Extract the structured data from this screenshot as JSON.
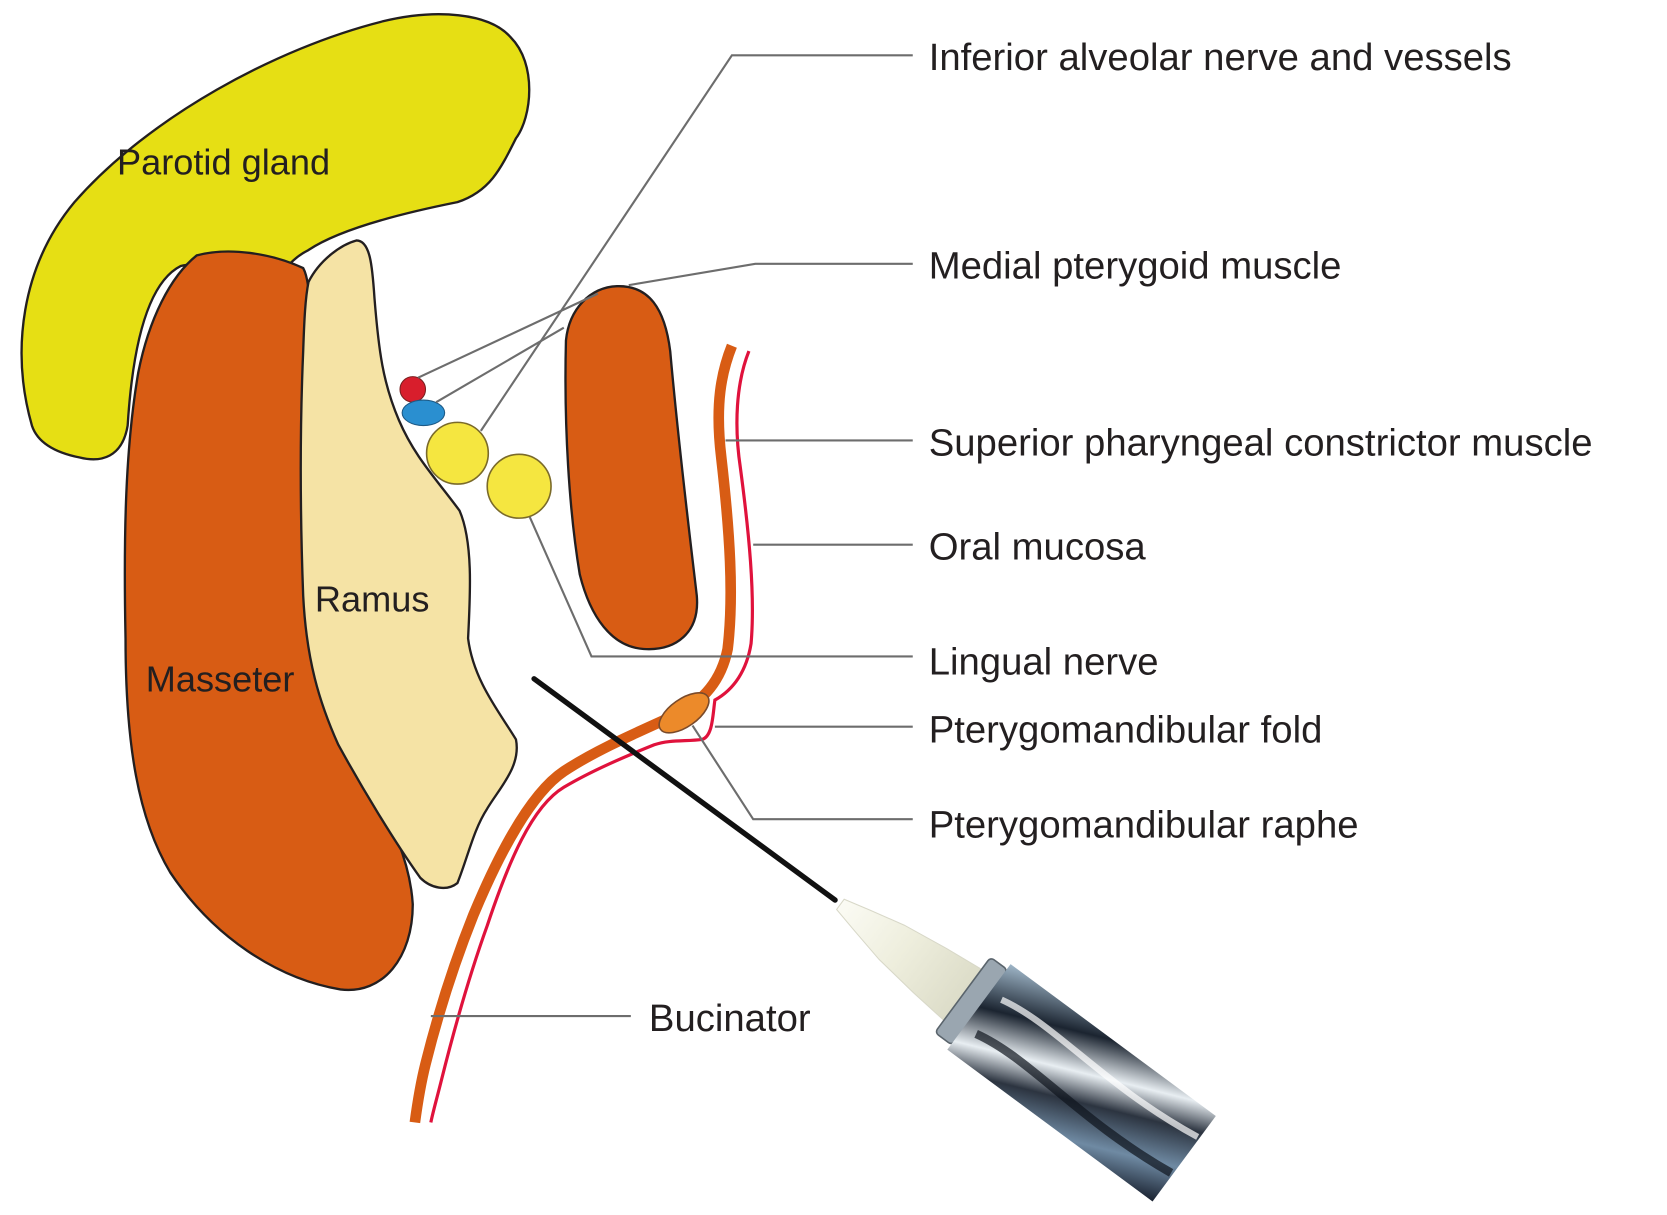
{
  "figure": {
    "title": "Inferior alveolar nerve block – cross-sectional anatomy",
    "colors": {
      "parotid": "#e6df14",
      "muscle": "#d85c14",
      "ramus": "#f5e3a5",
      "artery": "#d81e2c",
      "vein": "#2a8fd0",
      "nerve": "#f5e640",
      "mucosa": "#e0123c",
      "fold": "#ec8a2a",
      "needle": "#111111"
    },
    "structure_labels": {
      "parotid": "Parotid gland",
      "ramus": "Ramus",
      "masseter": "Masseter"
    },
    "callouts": [
      {
        "id": "inferior-alveolar",
        "label": "Inferior alveolar nerve and vessels"
      },
      {
        "id": "medial-pterygoid",
        "label": "Medial pterygoid muscle"
      },
      {
        "id": "superior-pharyngeal",
        "label": "Superior pharyngeal constrictor muscle"
      },
      {
        "id": "oral-mucosa",
        "label": "Oral mucosa"
      },
      {
        "id": "lingual-nerve",
        "label": "Lingual nerve"
      },
      {
        "id": "pterygomandibular-fold",
        "label": "Pterygomandibular fold"
      },
      {
        "id": "pterygomandibular-raphe",
        "label": "Pterygomandibular raphe"
      },
      {
        "id": "bucinator",
        "label": "Bucinator"
      }
    ]
  }
}
